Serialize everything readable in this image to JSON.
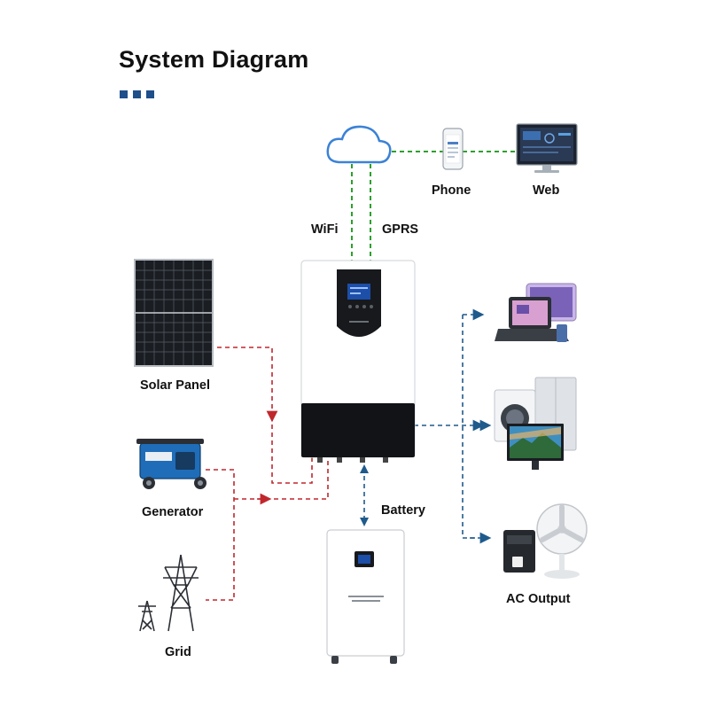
{
  "title": "System Diagram",
  "labels": {
    "wifi": "WiFi",
    "gprs": "GPRS",
    "phone": "Phone",
    "web": "Web",
    "solar_panel": "Solar Panel",
    "generator": "Generator",
    "grid": "Grid",
    "battery": "Battery",
    "ac_output": "AC Output"
  },
  "colors": {
    "title_accent": "#1f4f8a",
    "input_line": "#c0272d",
    "output_line": "#1f5a8c",
    "comm_line": "#2ca02c",
    "cloud": "#3b82d6"
  },
  "icons": [
    "cloud-icon",
    "phone-icon",
    "monitor-icon",
    "solar-panel-icon",
    "generator-icon",
    "grid-tower-icon",
    "inverter-icon",
    "battery-icon",
    "tablet-laptop-icon",
    "washer-fridge-tv-icon",
    "coffee-fan-icon"
  ]
}
